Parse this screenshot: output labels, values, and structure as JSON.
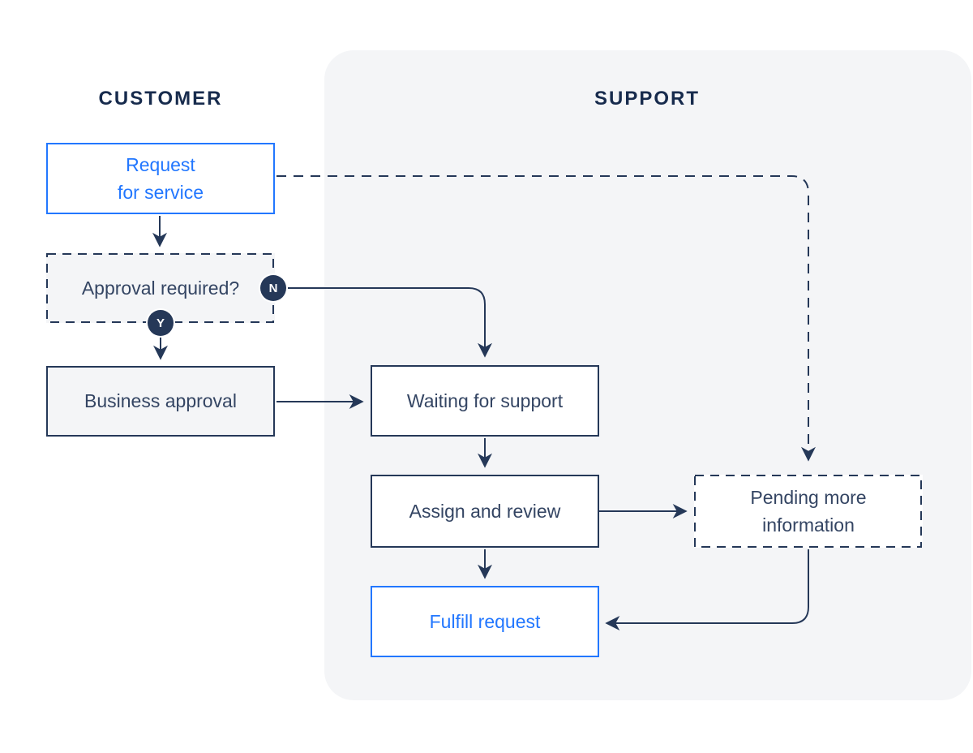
{
  "colors": {
    "navy_line": "#253858",
    "heading_text": "#172B4D",
    "node_text": "#344563",
    "accent_blue": "#2277FF",
    "panel_background": "#F4F5F7",
    "page_background": "#FFFFFF"
  },
  "lanes": {
    "customer": {
      "label": "CUSTOMER"
    },
    "support": {
      "label": "SUPPORT"
    }
  },
  "nodes": {
    "request_for_service": {
      "label": "Request\nfor service",
      "style": "blue",
      "border": "solid"
    },
    "approval_required": {
      "label": "Approval required?",
      "style": "navy",
      "border": "dashed"
    },
    "business_approval": {
      "label": "Business approval",
      "style": "navy",
      "border": "solid"
    },
    "waiting_for_support": {
      "label": "Waiting for support",
      "style": "navy",
      "border": "solid"
    },
    "assign_and_review": {
      "label": "Assign and review",
      "style": "navy",
      "border": "solid"
    },
    "pending_more_information": {
      "label": "Pending more\ninformation",
      "style": "navy",
      "border": "dashed"
    },
    "fulfill_request": {
      "label": "Fulfill request",
      "style": "blue",
      "border": "solid"
    }
  },
  "badges": {
    "no": {
      "label": "N"
    },
    "yes": {
      "label": "Y"
    }
  },
  "edges": [
    {
      "from": "request_for_service",
      "to": "approval_required",
      "style": "solid"
    },
    {
      "from": "request_for_service",
      "to": "pending_more_information",
      "style": "dashed"
    },
    {
      "from": "approval_required",
      "to": "waiting_for_support",
      "style": "solid",
      "label": "N"
    },
    {
      "from": "approval_required",
      "to": "business_approval",
      "style": "solid",
      "label": "Y"
    },
    {
      "from": "business_approval",
      "to": "waiting_for_support",
      "style": "solid"
    },
    {
      "from": "waiting_for_support",
      "to": "assign_and_review",
      "style": "solid"
    },
    {
      "from": "assign_and_review",
      "to": "pending_more_information",
      "style": "solid"
    },
    {
      "from": "assign_and_review",
      "to": "fulfill_request",
      "style": "solid"
    },
    {
      "from": "pending_more_information",
      "to": "fulfill_request",
      "style": "solid"
    }
  ]
}
